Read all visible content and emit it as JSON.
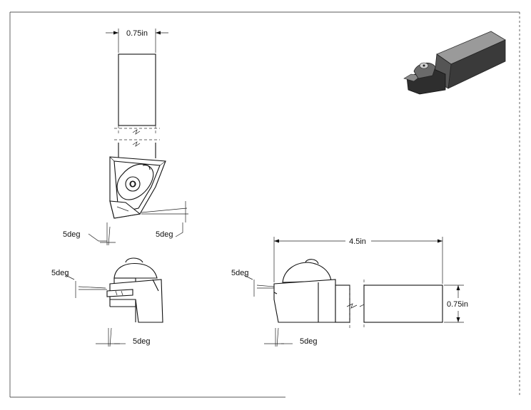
{
  "dimensions": {
    "top_width": "0.75in",
    "overall_length": "4.5in",
    "side_height": "0.75in",
    "top_angle_left": "5deg",
    "top_angle_right": "5deg",
    "front_angle_vertical": "5deg",
    "front_angle_horizontal": "5deg",
    "side_angle_vertical": "5deg",
    "side_angle_horizontal": "5deg"
  }
}
